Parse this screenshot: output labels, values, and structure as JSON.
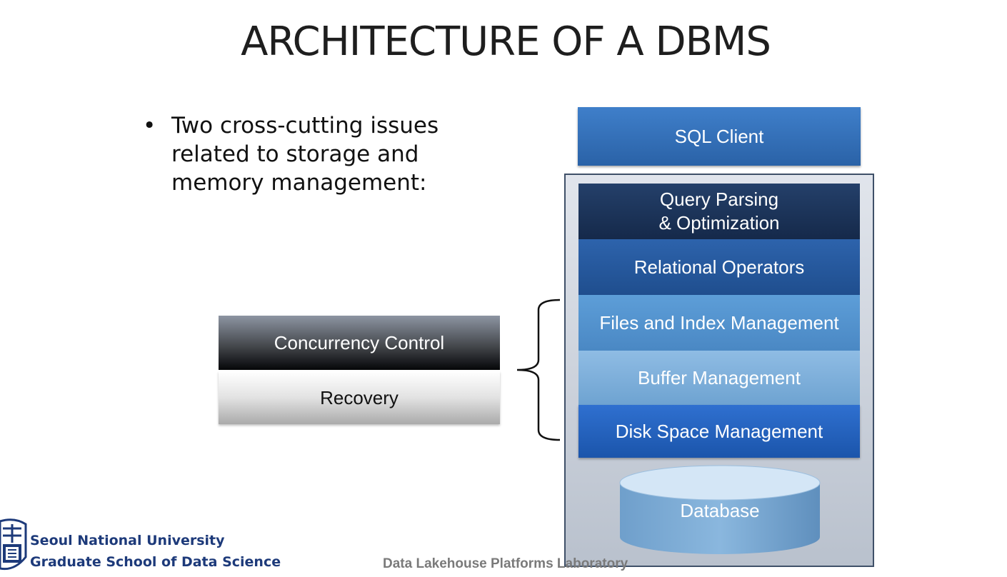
{
  "slide": {
    "title": "ARCHITECTURE OF A DBMS",
    "bullet": "Two cross-cutting issues related to storage and memory management:"
  },
  "diagram": {
    "client": "SQL Client",
    "layers": {
      "query_parsing_line1": "Query Parsing",
      "query_parsing_line2": "& Optimization",
      "relational_operators": "Relational Operators",
      "files_index": "Files and Index Management",
      "buffer": "Buffer Management",
      "disk_space": "Disk Space Management"
    },
    "database": "Database",
    "cross_cutting": {
      "concurrency": "Concurrency Control",
      "recovery": "Recovery"
    }
  },
  "footer": {
    "university": "Seoul National University",
    "school": "Graduate School of Data Science",
    "lab": "Data Lakehouse Platforms Laboratory"
  }
}
